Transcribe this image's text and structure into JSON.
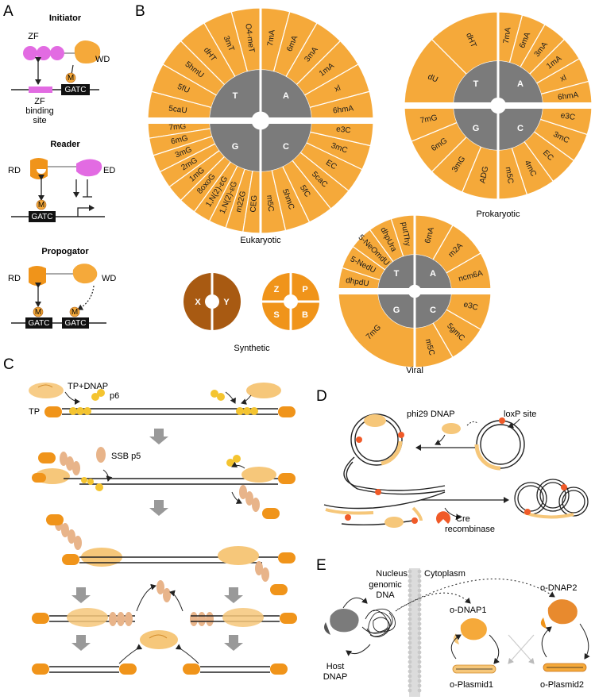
{
  "colors": {
    "orange": "#f5a93a",
    "dark_orange": "#f0941a",
    "brown": "#a85a12",
    "gray": "#7b7b7b",
    "magenta": "#e26be2",
    "bead": "#f4c430",
    "ssb": "#e8b48a",
    "light_orange": "#f6c77a"
  },
  "panels": {
    "A": {
      "label": "A",
      "initiator": {
        "title": "Initiator",
        "zf": "ZF",
        "wd": "WD",
        "m": "M",
        "site": "GATC",
        "binding_line1": "ZF",
        "binding_line2": "binding",
        "binding_line3": "site"
      },
      "reader": {
        "title": "Reader",
        "rd": "RD",
        "ed": "ED",
        "m": "M",
        "site": "GATC"
      },
      "propagator": {
        "title": "Propogator",
        "rd": "RD",
        "wd": "WD",
        "m1": "M",
        "m2": "M",
        "site1": "GATC",
        "site2": "GATC"
      }
    },
    "B": {
      "label": "B",
      "eukaryotic": {
        "caption": "Eukaryotic",
        "core": {
          "tl": "T",
          "tr": "A",
          "bl": "G",
          "br": "C"
        },
        "tl": [
          "5caU",
          "5fU",
          "5hmU",
          "dHT",
          "3mT",
          "O4-meT"
        ],
        "tr": [
          "7mA",
          "6mA",
          "3mA",
          "1mA",
          "xl",
          "6hmA"
        ],
        "bl": [
          "7mG",
          "6mG",
          "3mG",
          "2mG",
          "1mG",
          "8oxoG",
          "1,N(2)-εG",
          "1,N(2)-εG",
          "m22G",
          "CEG"
        ],
        "br": [
          "m5C",
          "5hmC",
          "5fC",
          "5caC",
          "EC",
          "3mC",
          "e3C"
        ]
      },
      "prokaryotic": {
        "caption": "Prokaryotic",
        "core": {
          "tl": "T",
          "tr": "A",
          "bl": "G",
          "br": "C"
        },
        "tl": [
          "dU",
          "dHT"
        ],
        "tr": [
          "7mA",
          "6mA",
          "3mA",
          "1mA",
          "xl",
          "6hmA"
        ],
        "bl": [
          "7mG",
          "6mG",
          "3mG",
          "ADG"
        ],
        "br": [
          "m5C",
          "4mC",
          "EC",
          "3mC",
          "e3C"
        ]
      },
      "viral": {
        "caption": "Viral",
        "core": {
          "tl": "T",
          "tr": "A",
          "bl": "G",
          "br": "C"
        },
        "tl": [
          "dhpdU",
          "5-NedU",
          "5-NeOmdU",
          "dhpUra",
          "putThy"
        ],
        "tr": [
          "6mA",
          "m2A",
          "ncm6A"
        ],
        "bl": [
          "7mG"
        ],
        "br": [
          "m5C",
          "5gmC",
          "e3C"
        ]
      },
      "synthetic": {
        "caption": "Synthetic",
        "xy": [
          "X",
          "Y"
        ],
        "zpsb": [
          "Z",
          "P",
          "S",
          "B"
        ]
      }
    },
    "C": {
      "label": "C",
      "tp_dnap": "TP+DNAP",
      "p6": "p6",
      "tp": "TP",
      "ssb": "SSB p5"
    },
    "D": {
      "label": "D",
      "phi29": "phi29 DNAP",
      "loxp": "loxP site",
      "cre_line1": "Cre",
      "cre_line2": "recombinase"
    },
    "E": {
      "label": "E",
      "nucleus": "Nucleus",
      "cytoplasm": "Cytoplasm",
      "genomic_line1": "genomic",
      "genomic_line2": "DNA",
      "host_line1": "Host",
      "host_line2": "DNAP",
      "odnap1": "o-DNAP1",
      "odnap2": "o-DNAP2",
      "oplasmid1": "o-Plasmid1",
      "oplasmid2": "o-Plasmid2"
    }
  }
}
